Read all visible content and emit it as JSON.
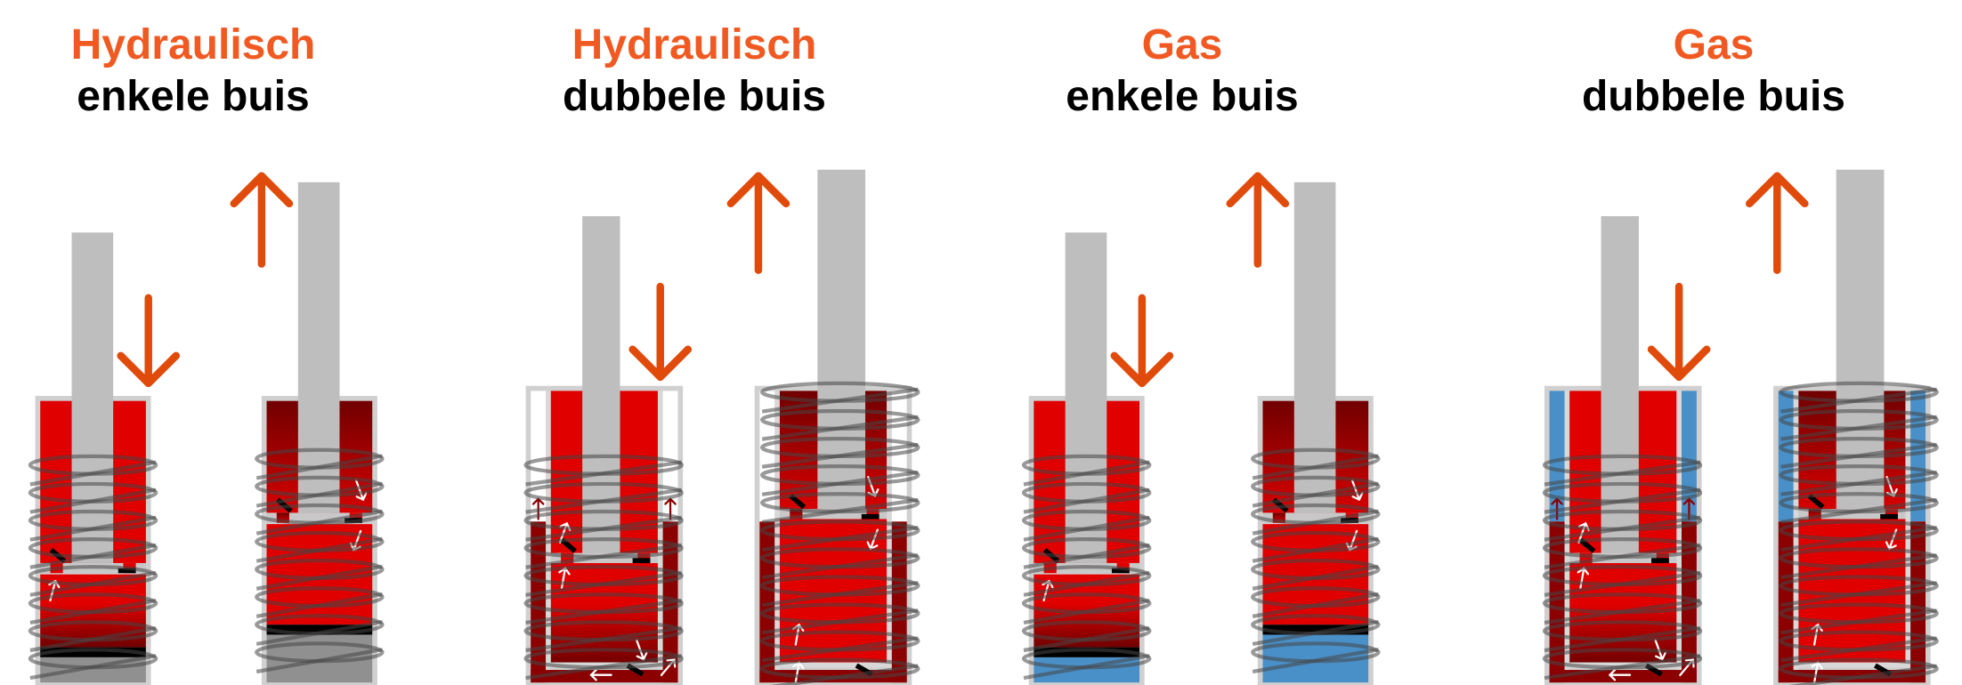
{
  "colors": {
    "title_accent": "#f05a22",
    "motion_arrow": "#e04a0a",
    "oil": "#e00000",
    "oil_dark": "#8b0000",
    "gas": "#4a90c8",
    "rod": "#bebebe",
    "housing": "#d0d0d0"
  },
  "panels": [
    {
      "title": "Hydraulisch",
      "subtitle": "enkele buis",
      "type": "single",
      "gas": false
    },
    {
      "title": "Hydraulisch",
      "subtitle": "dubbele buis",
      "type": "double",
      "gas": false
    },
    {
      "title": "Gas",
      "subtitle": "enkele buis",
      "type": "single",
      "gas": true
    },
    {
      "title": "Gas",
      "subtitle": "dubbele buis",
      "type": "double",
      "gas": true
    }
  ],
  "states": [
    "compression",
    "extension"
  ]
}
